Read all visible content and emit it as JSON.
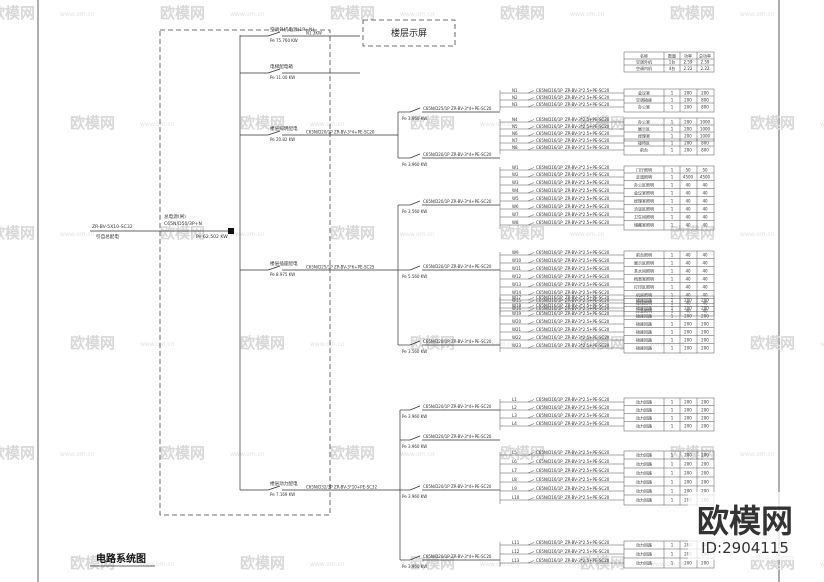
{
  "title": "电路系统图",
  "box": {
    "floor_display": "楼层示屏"
  },
  "incoming": {
    "cable": "ZR-BV-5X10-SC32",
    "conduit": "引自总配电",
    "breaker": "总电源(闸)",
    "model": "C65N/D50/3P+N",
    "power": "Pe  62.502 KW"
  },
  "summary": {
    "headers": [
      "名称",
      "数量",
      "功率",
      "总功率"
    ],
    "rows": [
      [
        "空调外机",
        "1台",
        "2.59",
        "2.59"
      ],
      [
        "空调内机",
        "4台",
        "2.22",
        "2.22"
      ]
    ]
  },
  "feeders": [
    {
      "top": "空调外机电源(1P+N)",
      "right": "N1 3KW",
      "pe": "Pe  75.760 KW"
    },
    {
      "top": "电梯配电箱",
      "right": "",
      "pe": "Pe  11.00 KW"
    },
    {
      "top": "楼层照明配电",
      "right": "C65N/D20/1P  ZR-BV-3*4+PE-SC20",
      "pe": "Pe  20.82 KW"
    },
    {
      "top": "楼层插座配电",
      "right": "C65N/D25/1P  ZR-BV-3*6+PE-SC25",
      "pe": "Pe  8.975 KW"
    },
    {
      "top": "楼层动力配电",
      "right": "C65N/D32/3P  ZR-BV-3*10+PE-SC32",
      "pe": "Pe  7.169 KW"
    }
  ],
  "subs": [
    {
      "label": "C65N/D25/1P  ZR-BV-3*4+PE-SC20",
      "pe": "Pe  3.960 KW"
    },
    {
      "label": "C65N/D20/1P  ZR-BV-3*4+PE-SC20",
      "pe": "Pe  3.960 KW"
    },
    {
      "label": "C65N/D20/1P  ZR-BV-3*4+PE-SC20",
      "pe": "Pe  3.560 KW"
    },
    {
      "label": "C65N/D20/1P  ZR-BV-3*4+PE-SC20",
      "pe": "Pe  5.560 KW"
    },
    {
      "label": "C65N/D20/1P  ZR-BV-3*4+PE-SC20",
      "pe": "Pe  3.560 KW"
    },
    {
      "label": "C65N/D20/1P  ZR-BV-3*4+PE-SC20",
      "pe": "Pe  3.960 KW"
    },
    {
      "label": "C65N/D20/1P  ZR-BV-3*4+PE-SC20",
      "pe": "Pe  3.960 KW"
    },
    {
      "label": "C65N/D20/1P  ZR-BV-3*4+PE-SC20",
      "pe": "Pe  3.960 KW"
    },
    {
      "label": "C65N/D20/1P  ZR-BV-3*4+PE-SC20",
      "pe": "Pe  3.960 KW"
    }
  ],
  "circuit_model": "C65N/D16/1P",
  "circuit_cable": "ZR-BV-3*2.5+PE-SC20",
  "load_groups": [
    {
      "rows": [
        [
          "N1",
          "会议室",
          "1",
          "200",
          "200"
        ],
        [
          "N2",
          "空调插座",
          "1",
          "200",
          "800"
        ],
        [
          "N3",
          "办公室",
          "1",
          "200",
          "800"
        ]
      ]
    },
    {
      "rows": [
        [
          "N4",
          "办公室",
          "1",
          "200",
          "1000"
        ],
        [
          "N5",
          "展示区",
          "1",
          "200",
          "1000"
        ],
        [
          "N6",
          "经理室",
          "1",
          "200",
          "1000"
        ]
      ]
    },
    {
      "rows": [
        [
          "N7",
          "接待区",
          "1",
          "200",
          "800"
        ],
        [
          "N8",
          "前台",
          "1",
          "200",
          "800"
        ]
      ]
    },
    {
      "rows": [
        [
          "W1",
          "门厅照明",
          "1",
          "50",
          "50"
        ],
        [
          "W2",
          "走道照明",
          "1",
          "4500",
          "4500"
        ],
        [
          "W3",
          "办公区照明",
          "1",
          "40",
          "40"
        ],
        [
          "W4",
          "会议室照明",
          "1",
          "40",
          "40"
        ],
        [
          "W5",
          "经理室照明",
          "1",
          "40",
          "40"
        ],
        [
          "W6",
          "洽谈区照明",
          "1",
          "40",
          "40"
        ],
        [
          "W7",
          "卫生间照明",
          "1",
          "40",
          "40"
        ],
        [
          "W8",
          "储藏室照明",
          "1",
          "40",
          "40"
        ]
      ]
    },
    {
      "rows": [
        [
          "W9",
          "前台照明",
          "1",
          "40",
          "40"
        ],
        [
          "W10",
          "展示区照明",
          "1",
          "40",
          "40"
        ],
        [
          "W11",
          "茶水间照明",
          "1",
          "40",
          "40"
        ],
        [
          "W12",
          "档案室照明",
          "1",
          "40",
          "40"
        ],
        [
          "W13",
          "打印区照明",
          "1",
          "40",
          "40"
        ],
        [
          "W14",
          "机房照明",
          "1",
          "40",
          "40"
        ],
        [
          "W15",
          "楼梯照明",
          "1",
          "40",
          "40"
        ],
        [
          "W16",
          "应急照明",
          "1",
          "40",
          "40"
        ]
      ]
    },
    {
      "rows": [
        [
          "W17",
          "插座回路",
          "1",
          "200",
          "200"
        ],
        [
          "W18",
          "插座回路",
          "1",
          "200",
          "200"
        ],
        [
          "W19",
          "插座回路",
          "1",
          "200",
          "200"
        ],
        [
          "W20",
          "插座回路",
          "1",
          "200",
          "200"
        ],
        [
          "W21",
          "插座回路",
          "1",
          "200",
          "200"
        ],
        [
          "W22",
          "插座回路",
          "1",
          "200",
          "200"
        ],
        [
          "W23",
          "插座回路",
          "1",
          "200",
          "200"
        ]
      ]
    },
    {
      "rows": [
        [
          "L1",
          "动力回路",
          "1",
          "200",
          "200"
        ],
        [
          "L2",
          "动力回路",
          "1",
          "200",
          "200"
        ],
        [
          "L3",
          "动力回路",
          "1",
          "200",
          "200"
        ],
        [
          "L4",
          "动力回路",
          "1",
          "200",
          "200"
        ]
      ]
    },
    {
      "rows": [
        [
          "L5",
          "动力回路",
          "1",
          "200",
          "200"
        ],
        [
          "L6",
          "动力回路",
          "1",
          "200",
          "200"
        ],
        [
          "L7",
          "动力回路",
          "1",
          "200",
          "200"
        ],
        [
          "L8",
          "动力回路",
          "1",
          "200",
          "200"
        ],
        [
          "L9",
          "动力回路",
          "1",
          "200",
          "200"
        ],
        [
          "L10",
          "动力回路",
          "1",
          "200",
          "200"
        ]
      ]
    },
    {
      "rows": [
        [
          "L11",
          "动力回路",
          "1",
          "200",
          "200"
        ],
        [
          "L12",
          "动力回路",
          "1",
          "200",
          "200"
        ],
        [
          "L13",
          "动力回路",
          "1",
          "200",
          "200"
        ]
      ]
    }
  ],
  "watermark": {
    "brand": "欧模网",
    "url": "www.om.cn"
  },
  "stamp": {
    "brand": "欧模网",
    "id": "ID:2904115"
  }
}
